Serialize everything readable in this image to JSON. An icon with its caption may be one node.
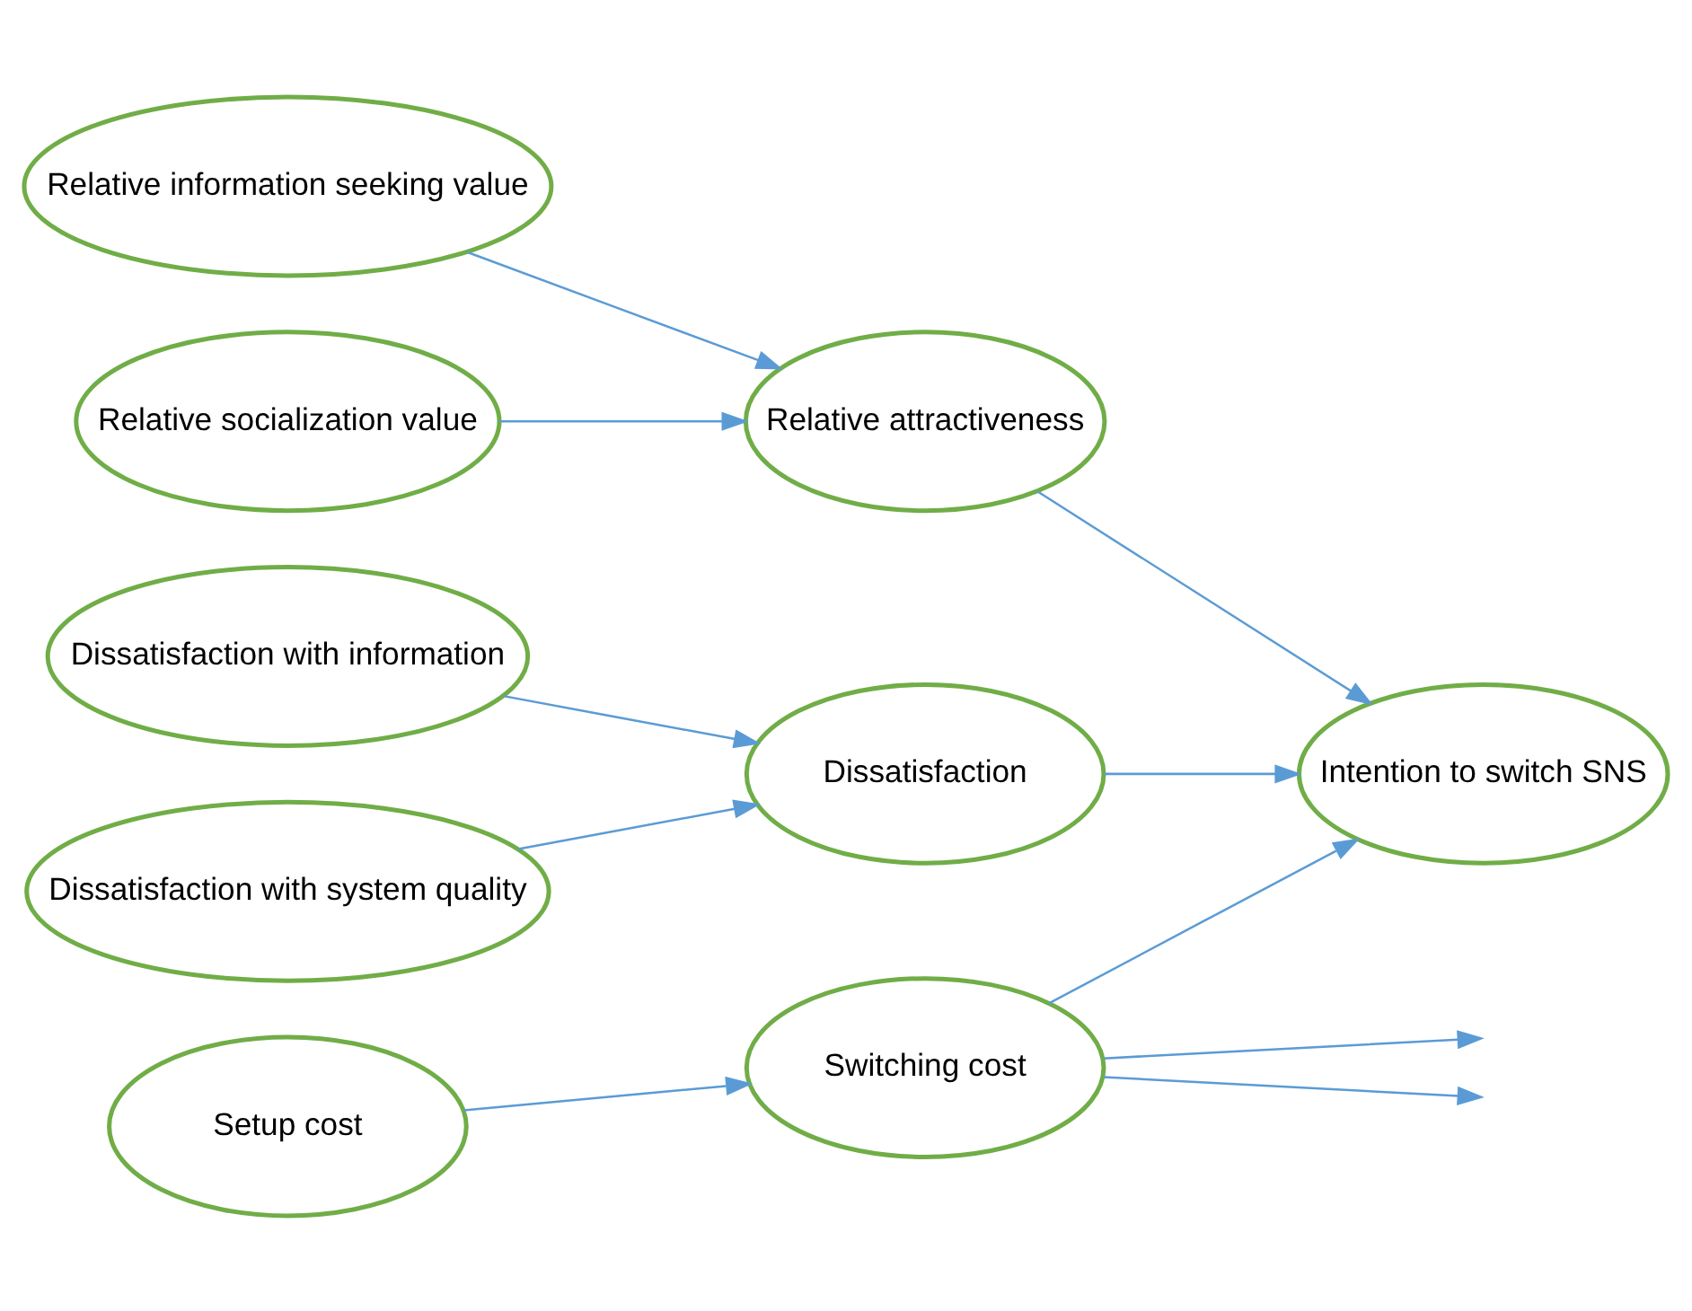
{
  "diagram": {
    "nodes": [
      {
        "text": [
          "Dissatisfaction with system quality"
        ]
      },
      {
        "text": [
          "Dissatisfaction with information"
        ]
      },
      {
        "text": [
          "Setup cost"
        ]
      },
      {
        "text": [
          "Relative socialization value"
        ]
      },
      {
        "text": [
          "Relative information seeking value"
        ]
      },
      {
        "text": [
          "Dissatisfaction"
        ]
      },
      {
        "text": [
          "Switching cost"
        ]
      },
      {
        "text": [
          "Relative attractiveness"
        ]
      },
      {
        "text": [
          "Intention to switch SNS"
        ]
      }
    ],
    "edges": [
      {
        "from": 0,
        "to": 5,
        "arrow": "to"
      },
      {
        "from": 1,
        "to": 5,
        "arrow": "to"
      },
      {
        "from": 2,
        "to": 6,
        "arrow": "to"
      },
      {
        "from": 3,
        "to": 7,
        "arrow": "to"
      },
      {
        "from": 4,
        "to": 7,
        "arrow": "to"
      },
      {
        "from": 5,
        "to": 8,
        "arrow": "to"
      },
      {
        "from": 6,
        "to": null,
        "arrow": "to"
      },
      {
        "from": 6,
        "to": 8,
        "arrow": "to"
      },
      {
        "from": 6,
        "to": null,
        "arrow": "to"
      },
      {
        "from": 7,
        "to": 8,
        "arrow": "to"
      }
    ]
  }
}
